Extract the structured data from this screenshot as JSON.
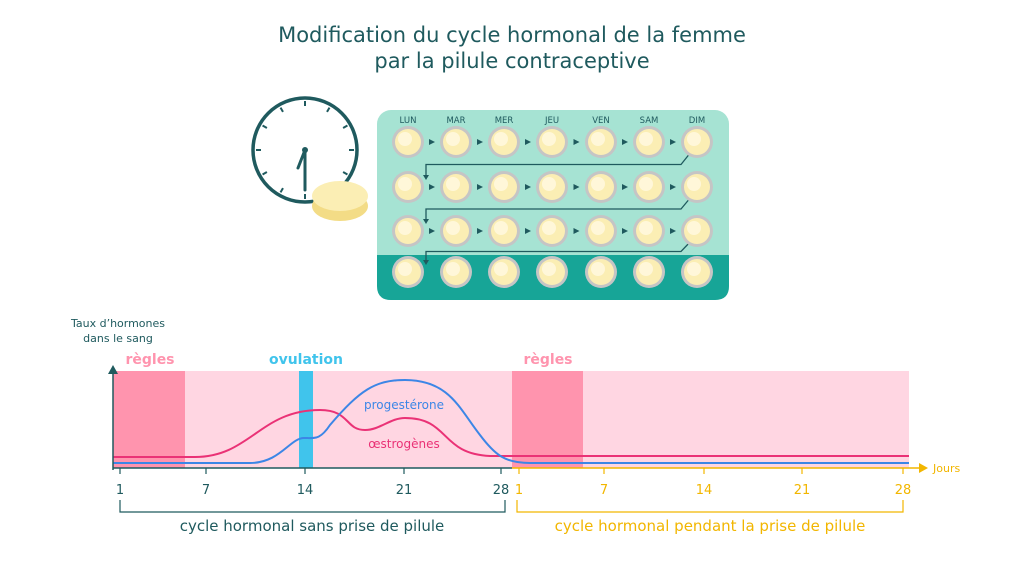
{
  "title": {
    "line1": "Modification du cycle hormonal de la femme",
    "line2": "par la pilule contraceptive"
  },
  "pill_pack": {
    "days": [
      "LUN",
      "MAR",
      "MER",
      "JEU",
      "VEN",
      "SAM",
      "DIM"
    ],
    "active_rows": 3,
    "placebo_rows": 1
  },
  "chart": {
    "y_axis_label": [
      "Taux d’hormones",
      "dans le sang"
    ],
    "x_axis_label": "Jours",
    "ticks_cycle1": [
      "1",
      "7",
      "14",
      "21",
      "28"
    ],
    "ticks_cycle2": [
      "1",
      "7",
      "14",
      "21",
      "28"
    ],
    "period_label_1": "règles",
    "period_label_2": "règles",
    "ovulation_label": "ovulation",
    "progesterone_label": "progestérone",
    "oestrogen_label": "œstrogènes",
    "bracket_label_1": "cycle hormonal sans prise de pilule",
    "bracket_label_2": "cycle hormonal pendant la prise de pilule"
  },
  "colors": {
    "title": "#1f5a5e",
    "pack_light": "#a6e3d3",
    "pack_dark": "#17a597",
    "pill": "#fbeeb4",
    "pill_ring": "#c5c5c5",
    "background_pink": "#ffd6e2",
    "period_pink": "#ff94ae",
    "ovulation_cyan": "#40c4ec",
    "progesterone": "#3c86e6",
    "oestrogen": "#ea3276",
    "axis_second_cycle": "#f2b600"
  }
}
